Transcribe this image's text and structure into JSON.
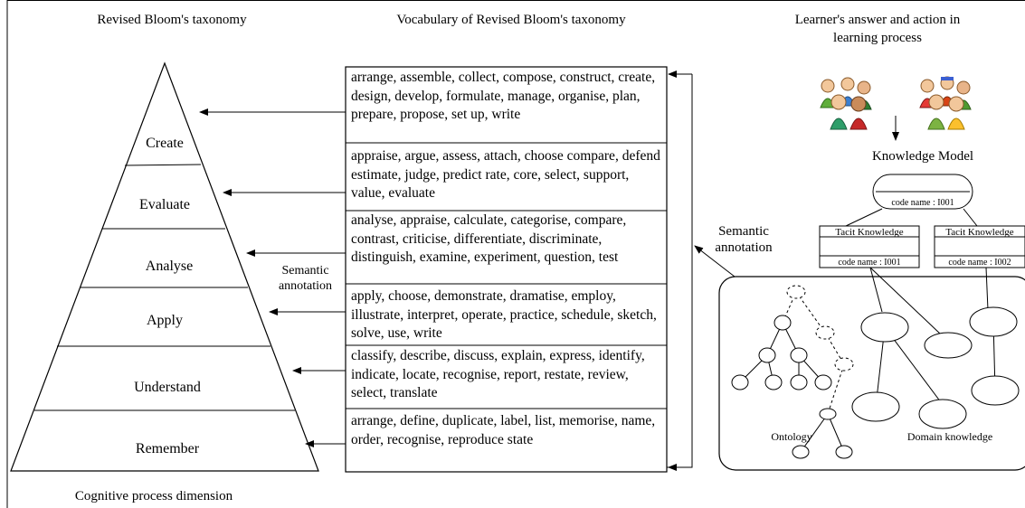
{
  "headers": {
    "left": "Revised Bloom's taxonomy",
    "middle": "Vocabulary of Revised Bloom's taxonomy",
    "right_line1": "Learner's answer and action in",
    "right_line2": "learning process"
  },
  "pyramid": {
    "levels": [
      "Create",
      "Evaluate",
      "Analyse",
      "Apply",
      "Understand",
      "Remember"
    ],
    "footer": "Cognitive process dimension"
  },
  "semantic_annotation_mid": {
    "line1": "Semantic",
    "line2": "annotation"
  },
  "semantic_annotation_right": {
    "line1": "Semantic",
    "line2": "annotation"
  },
  "vocabulary": [
    "arrange, assemble, collect, compose, construct, create, design, develop, formulate, manage, organise, plan, prepare, propose, set up, write",
    "appraise, argue, assess, attach, choose compare, defend estimate, judge, predict rate, core, select, support, value, evaluate",
    "analyse, appraise, calculate, categorise, compare, contrast, criticise, differentiate, discriminate, distinguish, examine, experiment, question, test",
    "apply, choose, demonstrate, dramatise, employ, illustrate, interpret, operate, practice, schedule, sketch, solve, use, write",
    "classify, describe, discuss, explain, express, identify, indicate, locate, recognise, report, restate, review, select, translate",
    "arrange, define, duplicate, label, list, memorise, name, order, recognise, reproduce state"
  ],
  "knowledge_model": {
    "title": "Knowledge Model",
    "root_code": "code name : I001",
    "tacit_left_title": "Tacit Knowledge",
    "tacit_left_code": "code name : I001",
    "tacit_right_title": "Tacit Knowledge",
    "tacit_right_code": "code name : I002"
  },
  "ontology_label": "Ontology",
  "domain_label": "Domain knowledge",
  "icons": [
    "learner-group-icon",
    "learner-group-icon"
  ]
}
